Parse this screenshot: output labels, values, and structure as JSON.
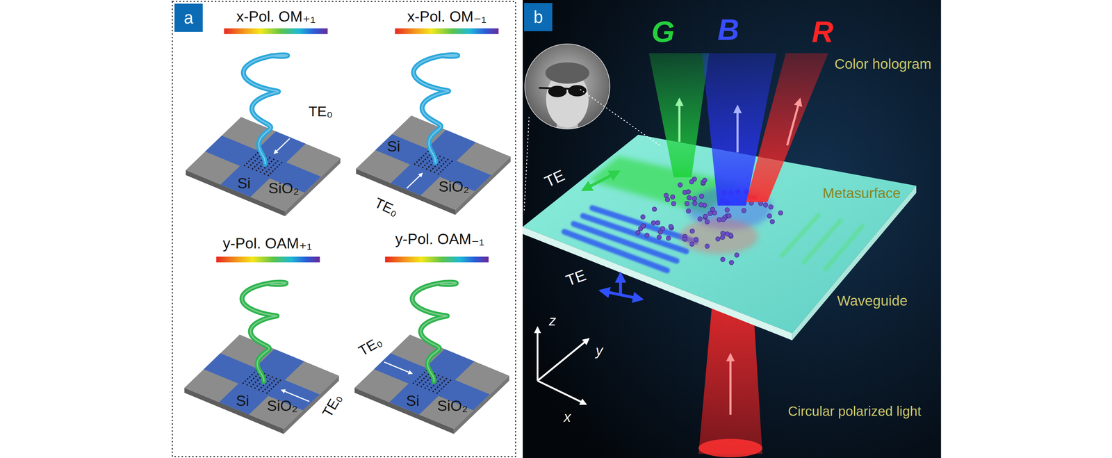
{
  "diagram": {
    "nodes": [
      {
        "text": [
          "a"
        ]
      },
      {
        "text": [
          "b"
        ]
      }
    ],
    "labels": [
      "x-Pol. OM₊₁",
      "x-Pol. OM₋₁",
      "TE₀",
      "Si",
      "SiO₂",
      "Si",
      "SiO₂",
      "TE₀",
      "y-Pol. OAM₊₁",
      "y-Pol. OAM₋₁",
      "TE₀",
      "Si",
      "SiO₂",
      "TE₀",
      "Si",
      "SiO₂",
      "G",
      "B",
      "R",
      "Color hologram",
      "TE",
      "Metasurface",
      "TE",
      "Waveguide",
      "Circular polarized light",
      "z",
      "y",
      "x"
    ]
  }
}
